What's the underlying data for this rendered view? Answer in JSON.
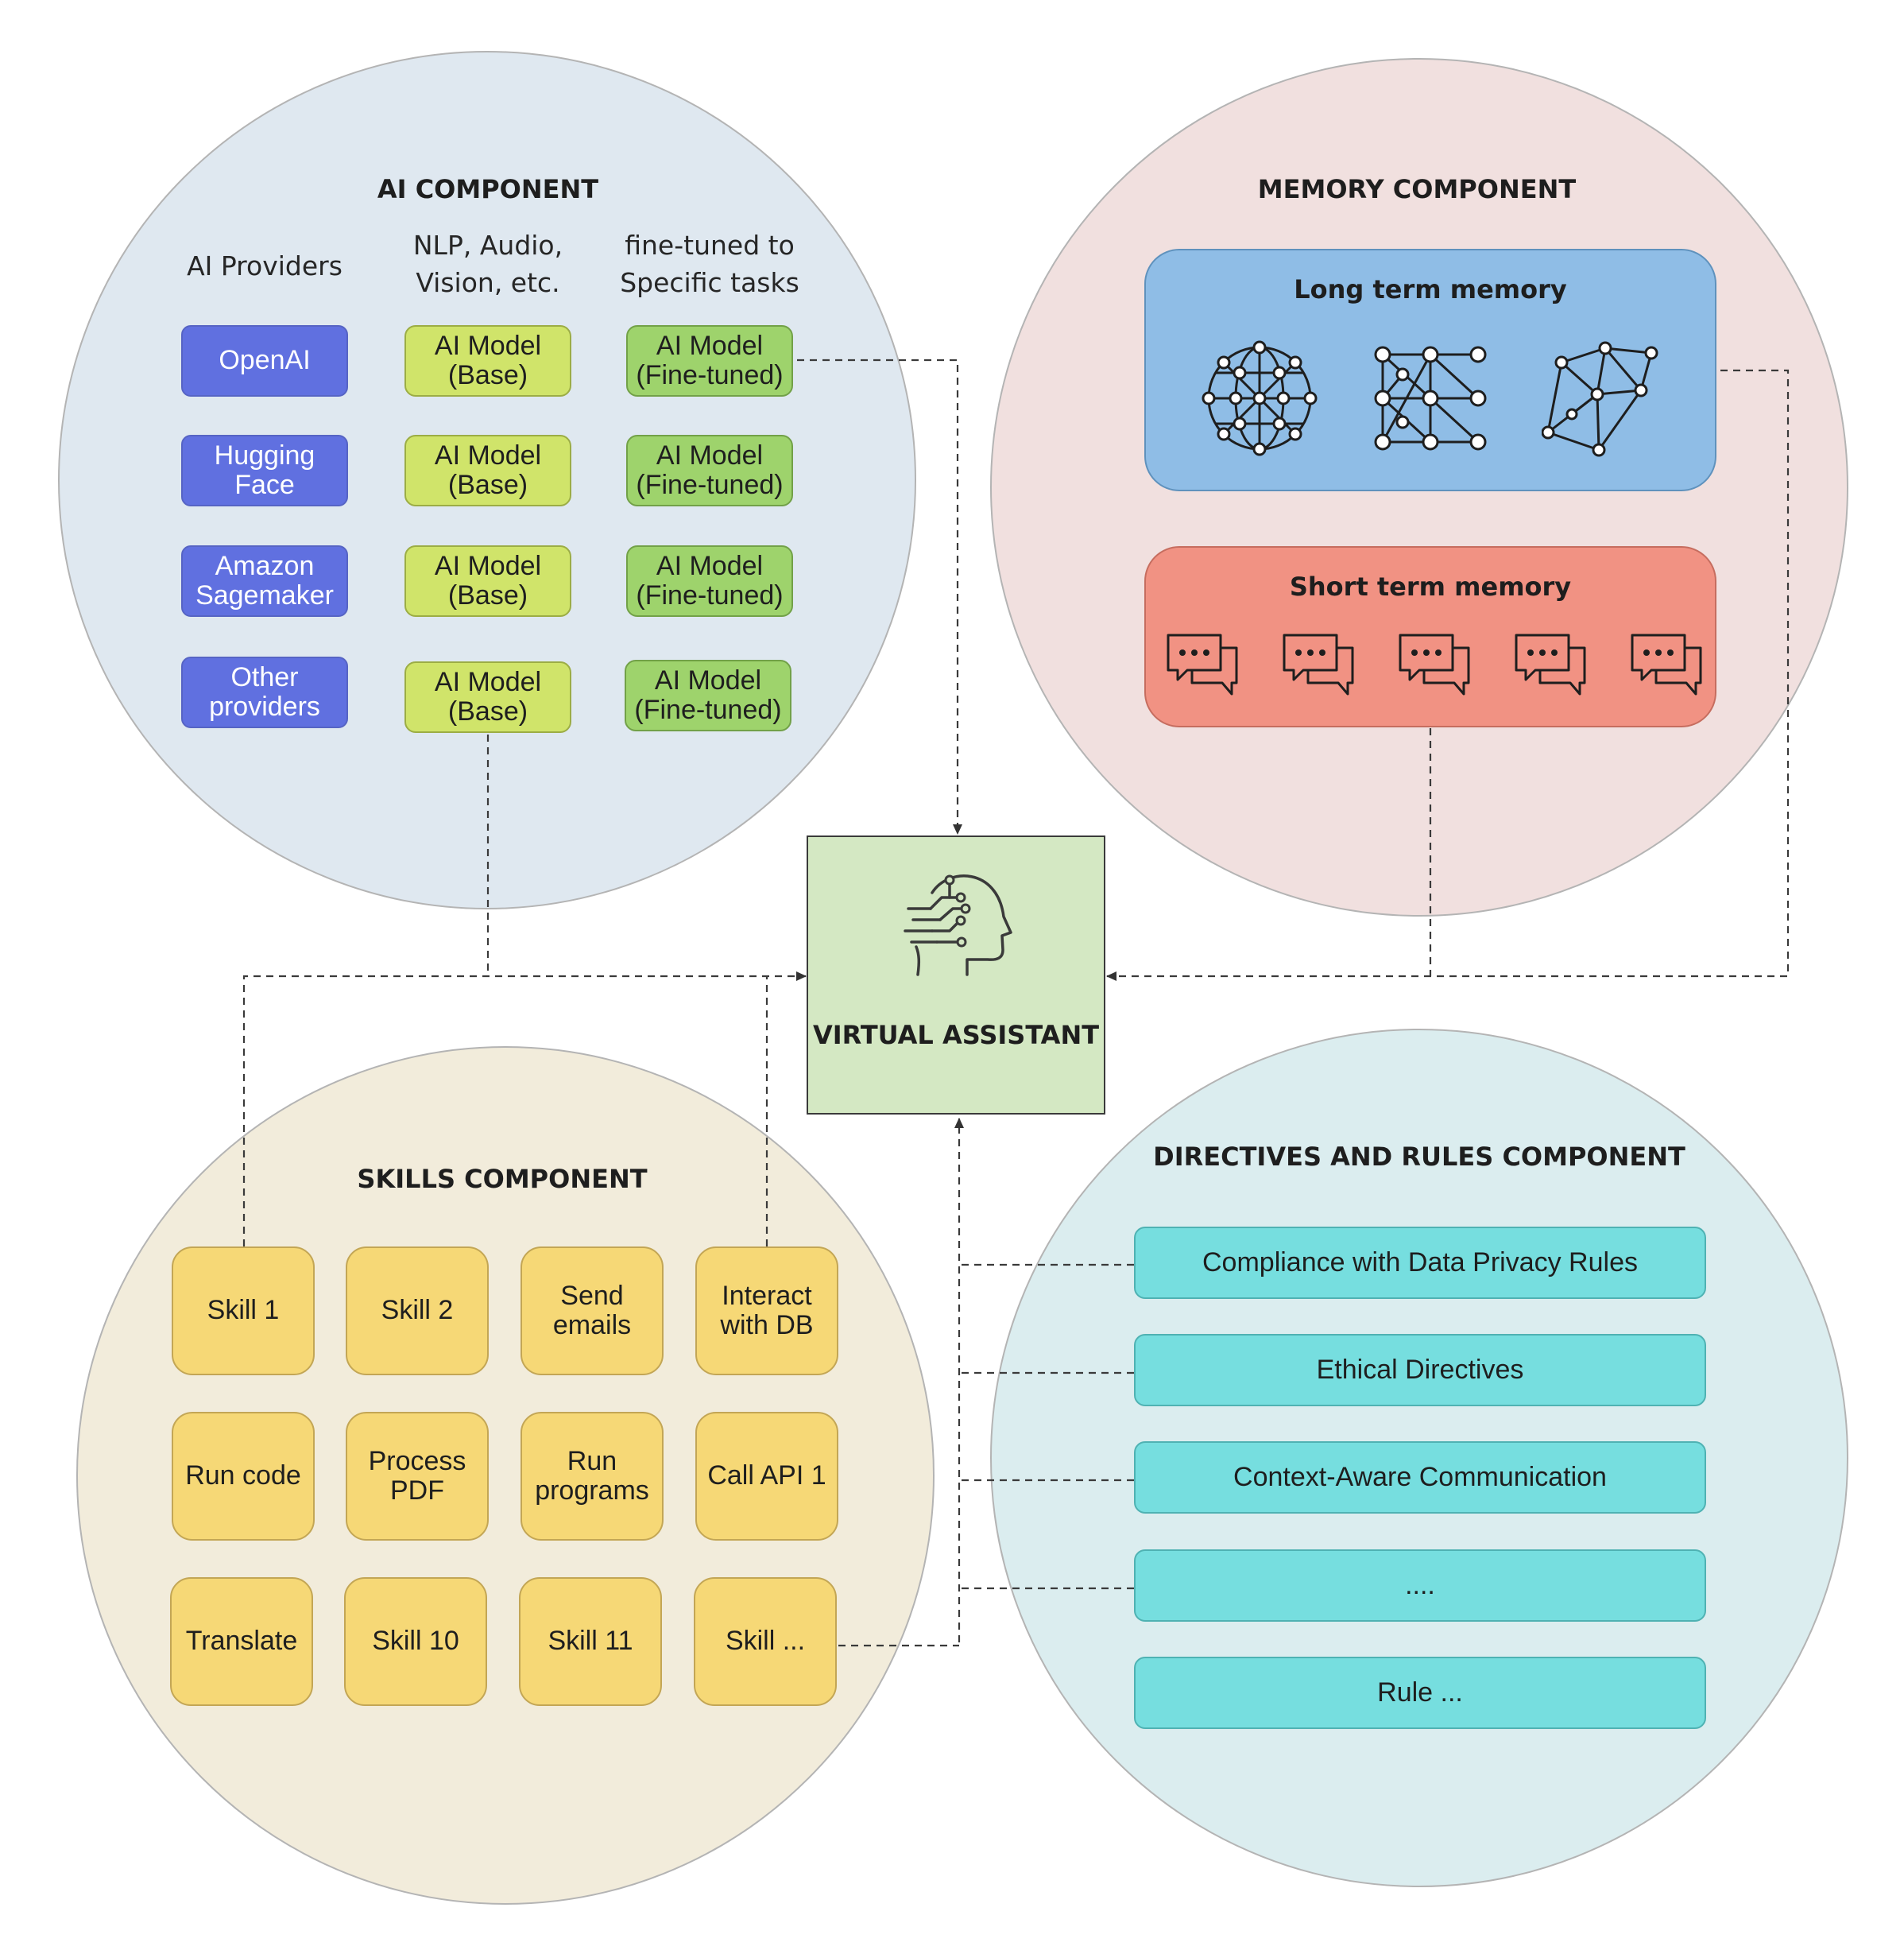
{
  "ai_component": {
    "title": "AI COMPONENT",
    "column_headers": [
      "AI Providers",
      "NLP, Audio,\nVision, etc.",
      "fine-tuned to\nSpecific tasks"
    ],
    "providers": [
      "OpenAI",
      "Hugging\nFace",
      "Amazon\nSagemaker",
      "Other\nproviders"
    ],
    "base_models": [
      "AI Model\n(Base)",
      "AI Model\n(Base)",
      "AI Model\n(Base)",
      "AI Model\n(Base)"
    ],
    "fine_tuned_models": [
      "AI Model\n(Fine-tuned)",
      "AI Model\n(Fine-tuned)",
      "AI Model\n(Fine-tuned)",
      "AI Model\n(Fine-tuned)"
    ]
  },
  "memory_component": {
    "title": "MEMORY COMPONENT",
    "long_term": {
      "label": "Long term memory",
      "icons": [
        "network-globe-icon",
        "network-mesh-icon",
        "network-graph-icon"
      ]
    },
    "short_term": {
      "label": "Short term memory",
      "icons": [
        "chat-icon",
        "chat-icon",
        "chat-icon",
        "chat-icon",
        "chat-icon"
      ]
    }
  },
  "center": {
    "label": "VIRTUAL ASSISTANT",
    "icon": "ai-head-icon"
  },
  "skills_component": {
    "title": "SKILLS COMPONENT",
    "skills": [
      "Skill 1",
      "Skill 2",
      "Send\nemails",
      "Interact\nwith DB",
      "Run code",
      "Process\nPDF",
      "Run\nprograms",
      "Call API 1",
      "Translate",
      "Skill 10",
      "Skill 11",
      "Skill ..."
    ]
  },
  "directives_component": {
    "title": "DIRECTIVES AND RULES COMPONENT",
    "rules": [
      "Compliance with Data Privacy Rules",
      "Ethical Directives",
      "Context-Aware Communication",
      "....",
      "Rule ..."
    ]
  },
  "colors": {
    "ai_circle": "#dfe8f0",
    "memory_circle": "#f1e0df",
    "skills_circle": "#f2ecdb",
    "directives_circle": "#dbedef",
    "provider": "#6070e0",
    "base_model": "#d0e46a",
    "fine_tuned_model": "#9ed36c",
    "long_term": "#8fbde6",
    "short_term": "#f19283",
    "virtual_assistant": "#d4e8c3",
    "skill": "#f6d876",
    "rule": "#76dedf"
  }
}
